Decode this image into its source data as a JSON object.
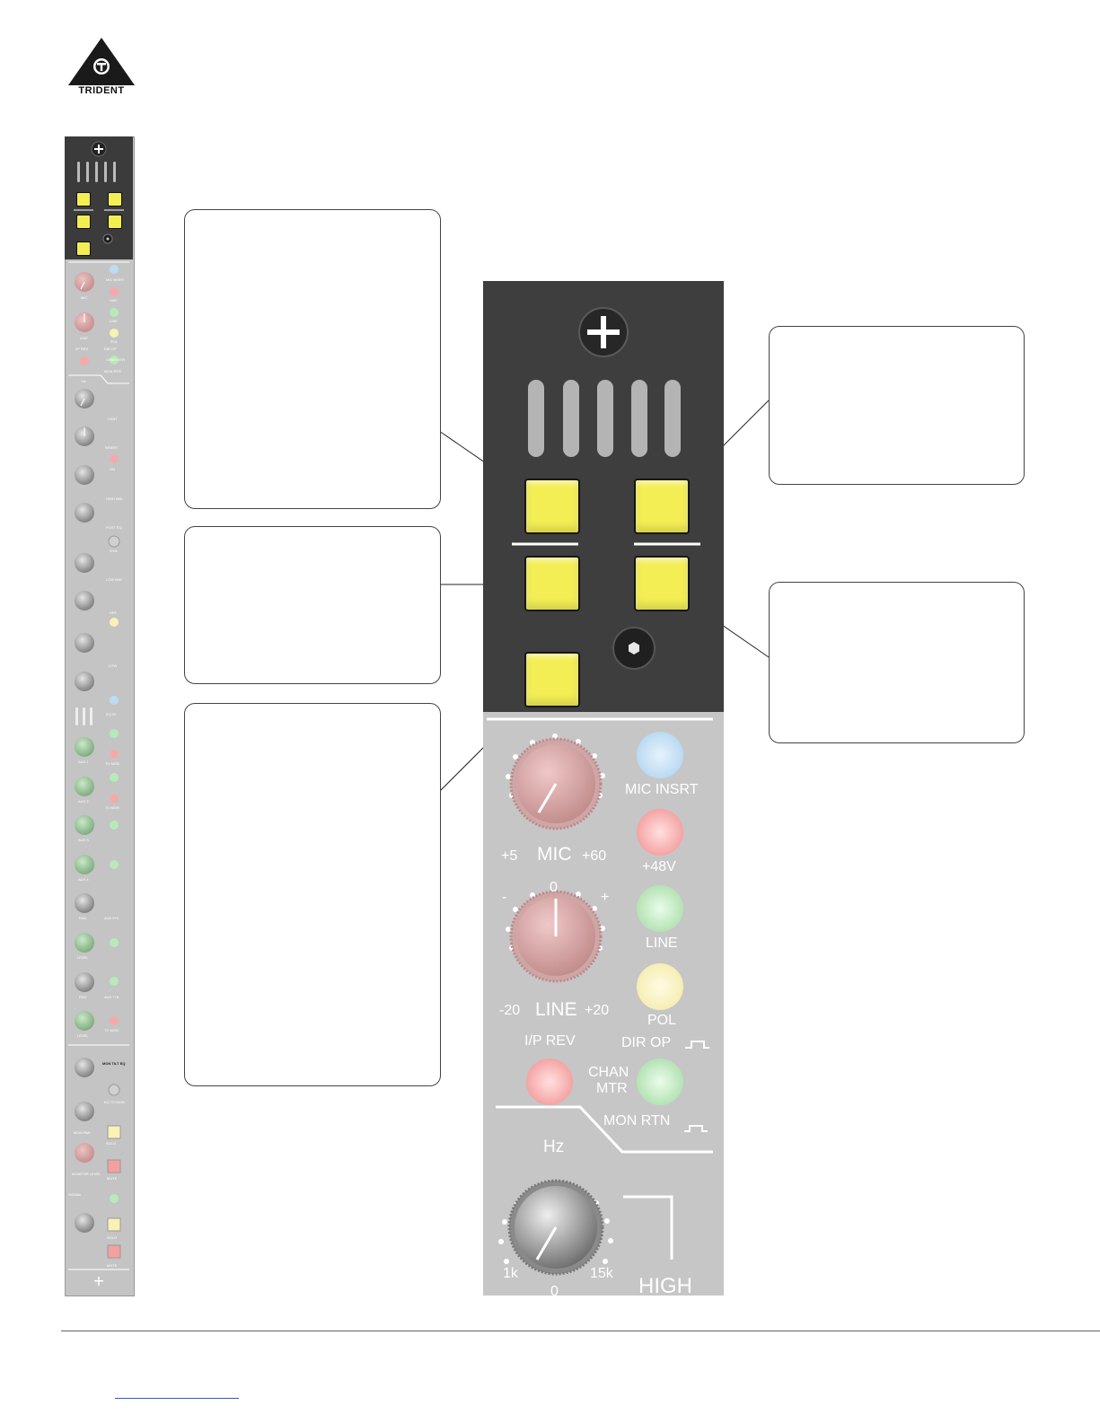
{
  "brand": {
    "name": "TRIDENT"
  },
  "zoom": {
    "mic_insrt": "MIC INSRT",
    "mic": "MIC",
    "mic_min": "+5",
    "mic_max": "+60",
    "phantom": "+48V",
    "line_zero": "0",
    "line_minus": "-",
    "line_plus": "+",
    "line": "LINE",
    "line_btn": "LINE",
    "line_min": "-20",
    "line_max": "+20",
    "pol": "POL",
    "ip_rev": "I/P REV",
    "dir_op": "DIR OP",
    "chan": "CHAN",
    "mtr": "MTR",
    "mon_rtn": "MON RTN",
    "hz": "Hz",
    "hf_min": "1k",
    "hf_max": "15k",
    "high": "HIGH",
    "high_zero": "0"
  },
  "strip": {
    "mic": "MIC",
    "line": "LINE",
    "mic_insrt": "MIC INSRT",
    "phantom": "+48V",
    "line_btn": "LINE",
    "pol": "POL",
    "dir_op": "DIR OP",
    "ip_rev": "I/P REV",
    "chan_mtr": "CHAN MTR",
    "mon_rtn": "MON RTN",
    "hz": "Hz",
    "high": "HIGH",
    "insert": "INSERT",
    "on": "ON",
    "high_mid": "HIGH MID",
    "post_eq": "POST EQ",
    "dyn": "DYN",
    "low_mid": "LOW MID",
    "hpf": "HPF",
    "low": "LOW",
    "eq_in": "EQ IN",
    "aux1": "AUX 1",
    "aux2": "AUX 2",
    "aux3": "AUX 3",
    "aux4": "AUX 4",
    "to_mon": "TO MON",
    "pan": "PAN",
    "aux56": "AUX 5+6",
    "level": "LEVEL",
    "aux78": "AUX 7+8",
    "mon_tilt_eq": "MON TILT EQ",
    "eq_to_mon": "EQ TO MON",
    "mon_pan": "MON PAN",
    "solo": "SOLO",
    "monitor_level": "MONITOR LEVEL",
    "mute": "MUTE",
    "signal": "SIGNAL",
    "solo2": "SOLO",
    "mute2": "MUTE"
  }
}
